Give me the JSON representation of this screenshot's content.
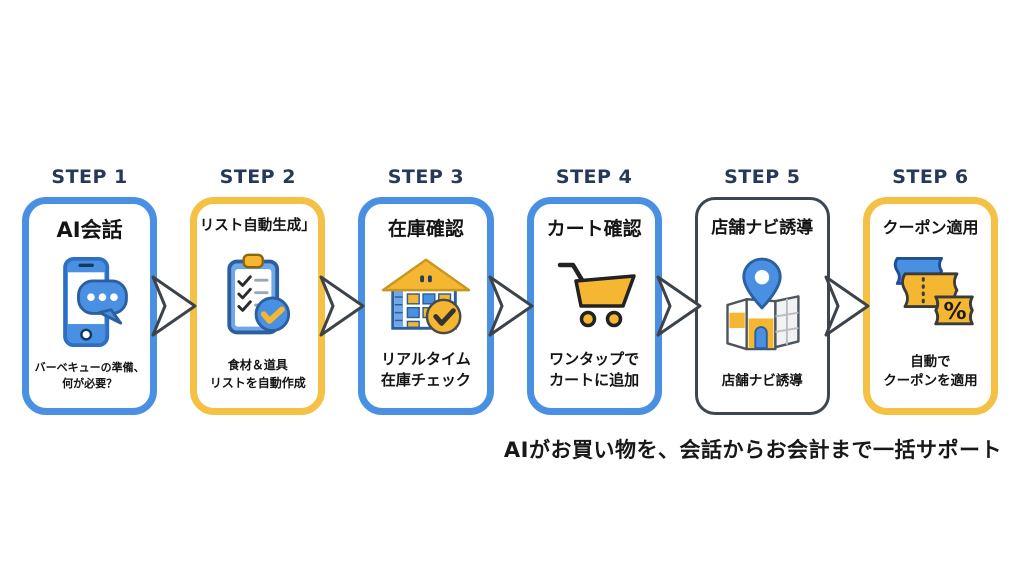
{
  "flow": {
    "steps": [
      {
        "label": "STEP 1",
        "title": "AI会話",
        "caption_lines": [
          "バーベキューの準備、",
          "何が必要？"
        ],
        "border_color": "#4a90e2",
        "icon": "phone-chat-icon"
      },
      {
        "label": "STEP 2",
        "title": "リスト自動生成」",
        "caption_lines": [
          "食材＆道具",
          "リストを自動作成"
        ],
        "border_color": "#f4c145",
        "icon": "checklist-icon"
      },
      {
        "label": "STEP 3",
        "title": "在庫確認",
        "caption_lines": [
          "リアルタイム",
          "在庫チェック"
        ],
        "border_color": "#4a90e2",
        "icon": "warehouse-icon"
      },
      {
        "label": "STEP 4",
        "title": "カート確認",
        "caption_lines": [
          "ワンタップで",
          "カートに追加"
        ],
        "border_color": "#4a90e2",
        "icon": "cart-icon"
      },
      {
        "label": "STEP 5",
        "title": "店舗ナビ誘導",
        "caption_lines": [
          "店舗ナビ誘導"
        ],
        "border_color": "#3c4653",
        "icon": "map-pin-icon"
      },
      {
        "label": "STEP 6",
        "title": "クーポン適用",
        "caption_lines": [
          "自動で",
          "クーポンを適用"
        ],
        "border_color": "#f4c145",
        "icon": "coupon-icon"
      }
    ]
  },
  "footer": {
    "caption": "AIがお買い物を、会話からお会計まで一括サポート"
  },
  "colors": {
    "accent_blue": "#4a90e2",
    "accent_yellow": "#f4c145",
    "dark_outline": "#3c4653",
    "header_text": "#26395a",
    "body_text": "#141414"
  }
}
